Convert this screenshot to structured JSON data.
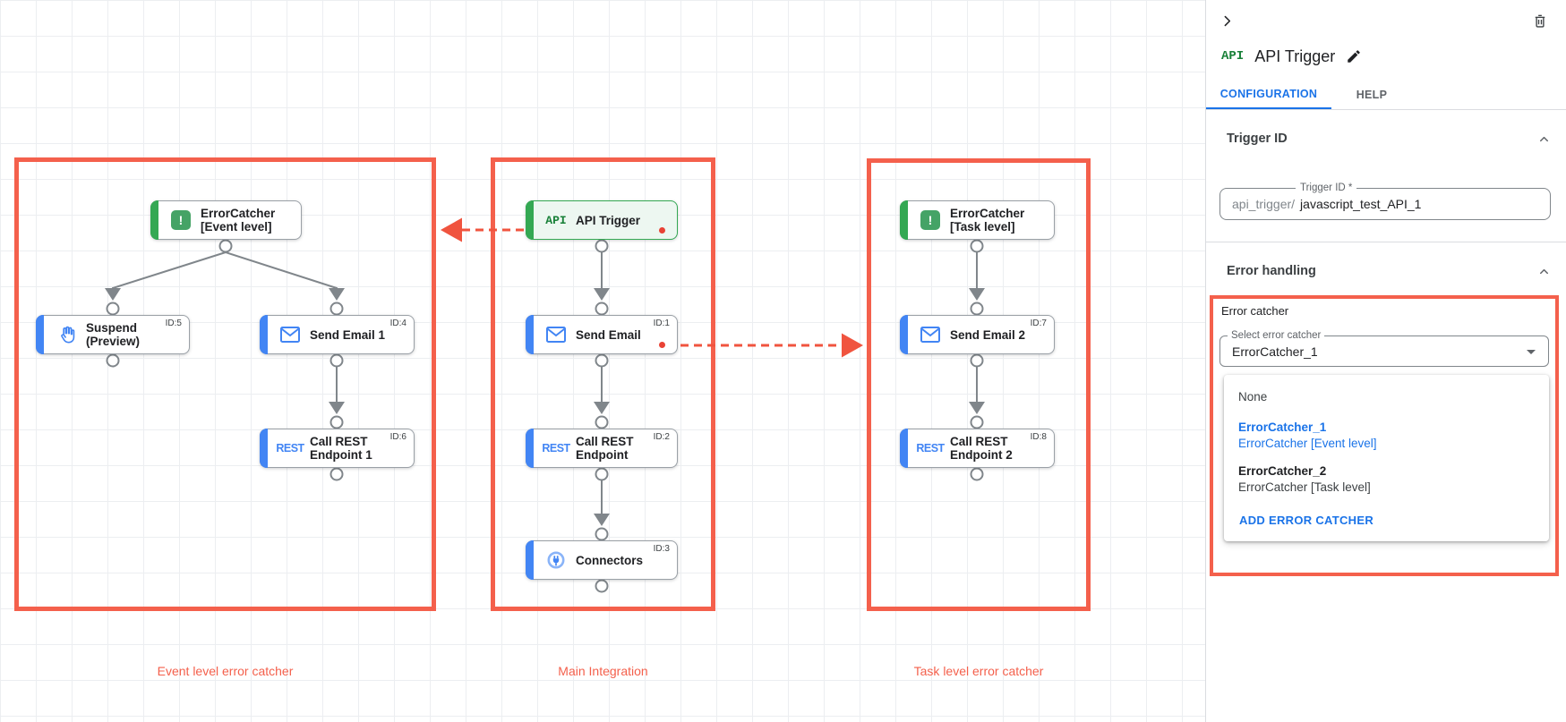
{
  "colors": {
    "group_red": "#F4604C",
    "arrow_red": "#F0543F",
    "node_blue": "#4285F4",
    "node_green": "#34A853",
    "link_blue": "#1A73E8",
    "dot_red": "#E94235"
  },
  "canvas": {
    "groups": [
      {
        "label": "Event level error catcher"
      },
      {
        "label": "Main Integration"
      },
      {
        "label": "Task level error catcher"
      }
    ],
    "nodes": [
      {
        "title": "ErrorCatcher\n[Event level]",
        "id_label": "",
        "icon": "error-catcher-icon",
        "icon_text": "!"
      },
      {
        "title": "Suspend\n(Preview)",
        "id_label": "ID:5",
        "icon": "hand-icon",
        "icon_text": ""
      },
      {
        "title": "Send Email 1",
        "id_label": "ID:4",
        "icon": "mail-icon",
        "icon_text": ""
      },
      {
        "title": "Call REST\nEndpoint 1",
        "id_label": "ID:6",
        "icon": "rest-icon",
        "icon_text": "REST"
      },
      {
        "title": "API Trigger",
        "id_label": "",
        "icon": "api-icon",
        "icon_text": "API"
      },
      {
        "title": "Send Email",
        "id_label": "ID:1",
        "icon": "mail-icon",
        "icon_text": ""
      },
      {
        "title": "Call REST\nEndpoint",
        "id_label": "ID:2",
        "icon": "rest-icon",
        "icon_text": "REST"
      },
      {
        "title": "Connectors",
        "id_label": "ID:3",
        "icon": "connectors-icon",
        "icon_text": ""
      },
      {
        "title": "ErrorCatcher\n[Task level]",
        "id_label": "",
        "icon": "error-catcher-icon",
        "icon_text": "!"
      },
      {
        "title": "Send Email 2",
        "id_label": "ID:7",
        "icon": "mail-icon",
        "icon_text": ""
      },
      {
        "title": "Call REST\nEndpoint 2",
        "id_label": "ID:8",
        "icon": "rest-icon",
        "icon_text": "REST"
      }
    ]
  },
  "panel": {
    "header": {
      "badge": "API",
      "title": "API Trigger"
    },
    "tabs": [
      {
        "label": "CONFIGURATION"
      },
      {
        "label": "HELP"
      }
    ],
    "trigger_id": {
      "section": "Trigger ID",
      "field_label": "Trigger ID *",
      "prefix": "api_trigger/",
      "value": "javascript_test_API_1"
    },
    "error_handling": {
      "section": "Error handling",
      "error_catcher_label": "Error catcher",
      "select_label": "Select error catcher",
      "select_value": "ErrorCatcher_1",
      "menu": {
        "none": "None",
        "options": [
          {
            "name": "ErrorCatcher_1",
            "desc": "ErrorCatcher [Event level]"
          },
          {
            "name": "ErrorCatcher_2",
            "desc": "ErrorCatcher [Task level]"
          }
        ],
        "add_button": "ADD ERROR CATCHER"
      }
    }
  }
}
